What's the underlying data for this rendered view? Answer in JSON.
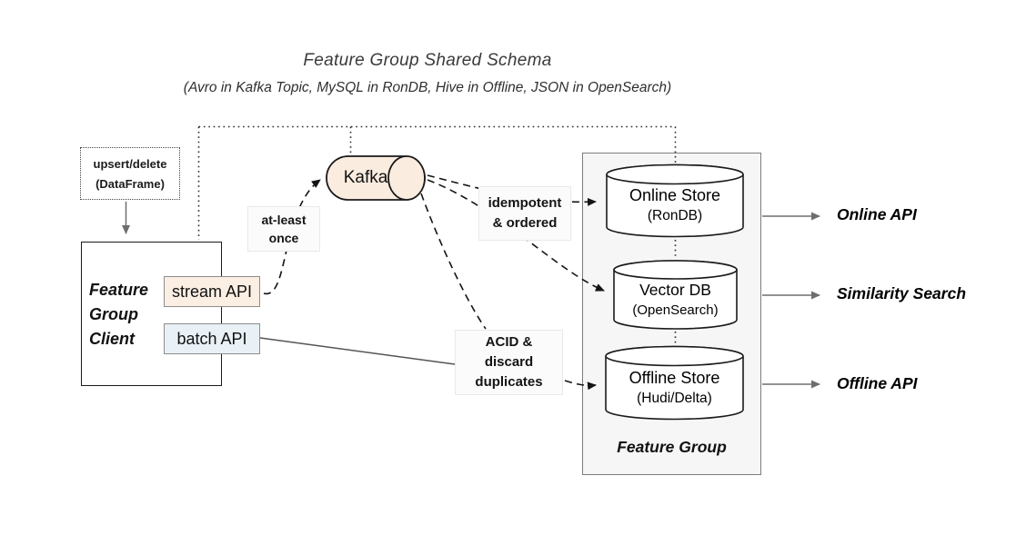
{
  "title": {
    "main": "Feature Group Shared Schema",
    "subtitle": "(Avro in Kafka Topic, MySQL in RonDB, Hive in Offline, JSON in OpenSearch)"
  },
  "client": {
    "note": {
      "line1": "upsert/delete",
      "line2": "(DataFrame)"
    },
    "box_label": "Feature Group Client",
    "stream_api_label": "stream API",
    "batch_api_label": "batch API"
  },
  "kafka": {
    "label": "Kafka"
  },
  "edge_labels": {
    "at_least_once": {
      "line1": "at-least",
      "line2": "once"
    },
    "idempotent": {
      "line1": "idempotent",
      "line2": "& ordered"
    },
    "acid": {
      "line1": "ACID &",
      "line2": "discard",
      "line3": "duplicates"
    }
  },
  "feature_group": {
    "title": "Feature Group",
    "stores": [
      {
        "name": "Online Store",
        "tech": "(RonDB)"
      },
      {
        "name": "Vector DB",
        "tech": "(OpenSearch)"
      },
      {
        "name": "Offline Store",
        "tech": "(Hudi/Delta)"
      }
    ]
  },
  "outputs": [
    {
      "label": "Online API"
    },
    {
      "label": "Similarity Search"
    },
    {
      "label": "Offline API"
    }
  ],
  "colors": {
    "kafka_fill": "#faecdf",
    "stream_fill": "#fbeee3",
    "batch_fill": "#e9f1f6",
    "group_fill": "#f6f6f6",
    "cylinder_fill": "#ffffff",
    "arrow_grey": "#6e6e6e"
  }
}
